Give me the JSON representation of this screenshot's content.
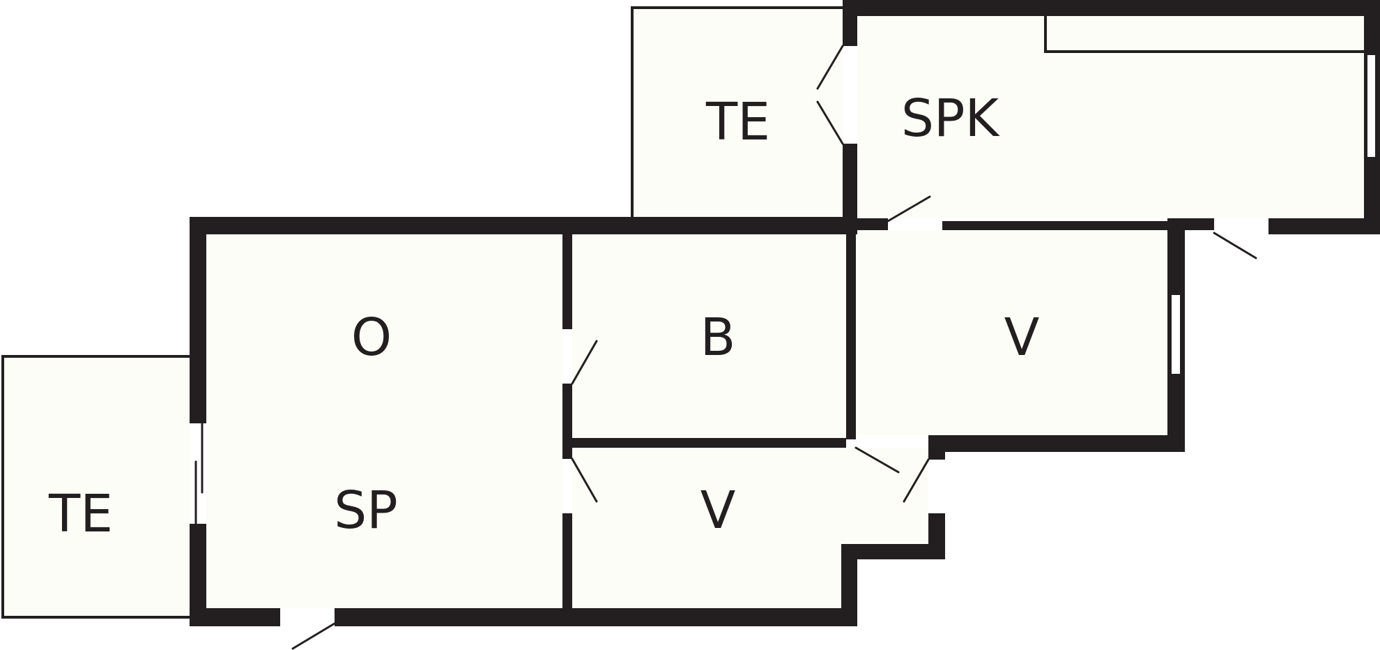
{
  "floor_plan": {
    "rooms": {
      "terrace_top": "TE",
      "living_kitchen": "SPK",
      "living": "O",
      "bathroom": "B",
      "storage_right": "V",
      "bedroom": "SP",
      "terrace_left": "TE",
      "storage_lower": "V"
    }
  }
}
